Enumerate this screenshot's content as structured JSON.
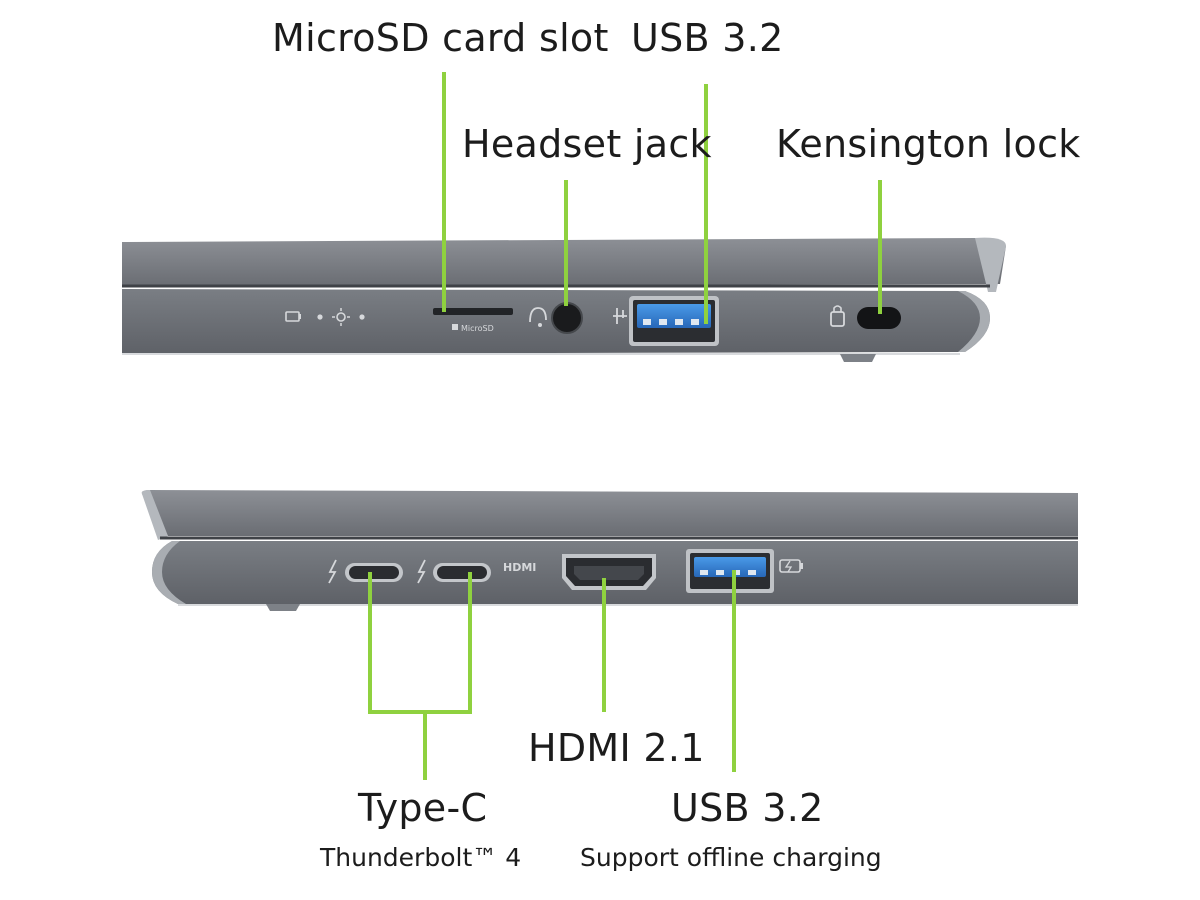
{
  "colors": {
    "callout_line": "#8fd13f",
    "chassis_dark": "#5d6066",
    "chassis_mid": "#74787e",
    "chassis_light": "#a6aab0",
    "usb_blue": "#2f7fd4",
    "label_text": "#1c1c1c"
  },
  "top_view": {
    "callouts": {
      "microsd": "MicroSD card slot",
      "usb_a": "USB 3.2",
      "headset": "Headset jack",
      "kensington": "Kensington lock"
    },
    "port_marking_microsd": "MicroSD"
  },
  "bottom_view": {
    "callouts": {
      "type_c": "Type-C",
      "type_c_sub": "Thunderbolt™ 4",
      "hdmi": "HDMI 2.1",
      "usb_a": "USB 3.2",
      "usb_a_sub": "Support offline charging"
    },
    "port_marking_hdmi": "HDMI"
  }
}
